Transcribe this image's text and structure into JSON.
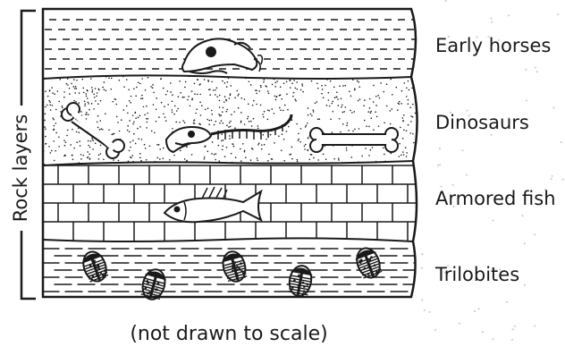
{
  "axis_label": "Rock layers",
  "layers": [
    {
      "label": "Early horses",
      "fossil_icon": "horse-skull-icon"
    },
    {
      "label": "Dinosaurs",
      "fossil_icon": "dinosaur-skeleton-icon"
    },
    {
      "label": "Armored fish",
      "fossil_icon": "fish-icon"
    },
    {
      "label": "Trilobites",
      "fossil_icon": "trilobite-icon"
    }
  ],
  "caption": "(not drawn to scale)",
  "colors": {
    "ink": "#1a1a1a",
    "background": "#ffffff",
    "dots": "#e3c6d0"
  }
}
